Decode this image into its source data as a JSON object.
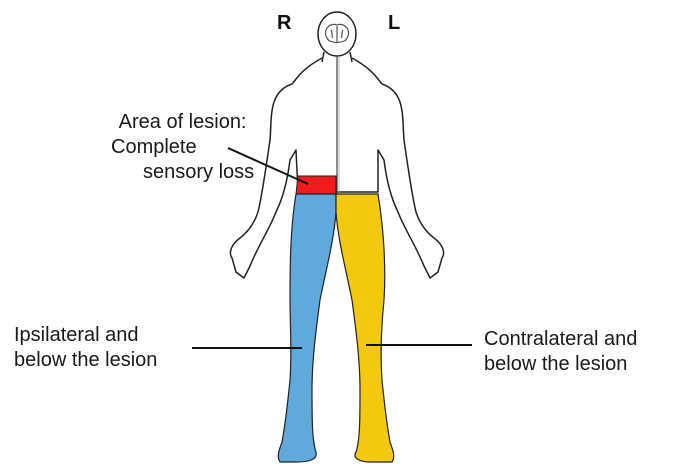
{
  "labels": {
    "right_side": "R",
    "left_side": "L",
    "lesion": [
      "Area of lesion:",
      "Complete",
      "sensory loss"
    ],
    "ipsilateral": [
      "Ipsilateral and",
      "below the lesion"
    ],
    "contralateral": [
      "Contralateral and",
      "below the lesion"
    ]
  },
  "colors": {
    "lesion": "#ee1c1c",
    "ipsilateral_region": "#5fa9dd",
    "contralateral_region": "#f3c90f",
    "outline": "#222222"
  }
}
